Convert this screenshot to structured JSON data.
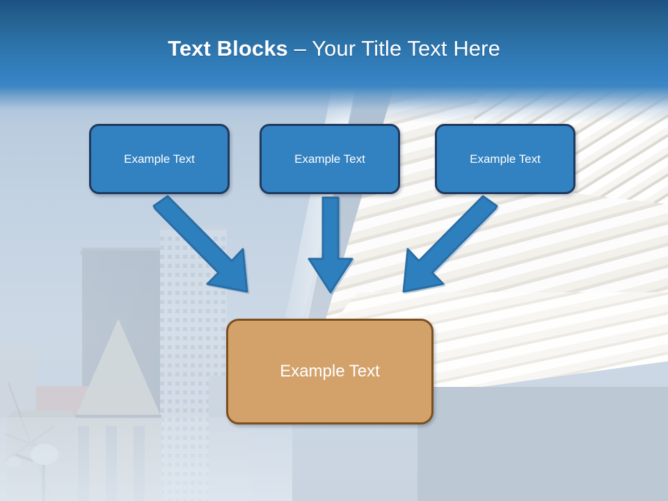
{
  "slide": {
    "title": {
      "bold_part": "Text Blocks ",
      "rest": "– Your Title Text Here"
    },
    "colors": {
      "title_band_top": "#1d5183",
      "title_band_bottom": "#3d87c4",
      "node_blue_fill": "#3281c1",
      "node_blue_border": "#1f3a5f",
      "node_orange_fill": "#d3a26b",
      "node_orange_border": "#7b4f1e",
      "arrow_fill": "#2e7fbe",
      "arrow_border": "#2a6da5",
      "text_white": "#ffffff",
      "sky": "#b9cade"
    },
    "nodes": {
      "top": [
        {
          "label": "Example Text"
        },
        {
          "label": "Example Text"
        },
        {
          "label": "Example Text"
        }
      ],
      "target": {
        "label": "Example Text"
      }
    },
    "arrows": [
      {
        "name": "arrow-down-right",
        "direction": "down-right",
        "from": "box1",
        "to": "box-target"
      },
      {
        "name": "arrow-down",
        "direction": "down",
        "from": "box2",
        "to": "box-target"
      },
      {
        "name": "arrow-down-left",
        "direction": "down-left",
        "from": "box3",
        "to": "box-target"
      }
    ],
    "background": {
      "description": "faded cityscape photograph: glass skyscraper, pyramid-topped stone building, white faceted modern museum"
    }
  }
}
